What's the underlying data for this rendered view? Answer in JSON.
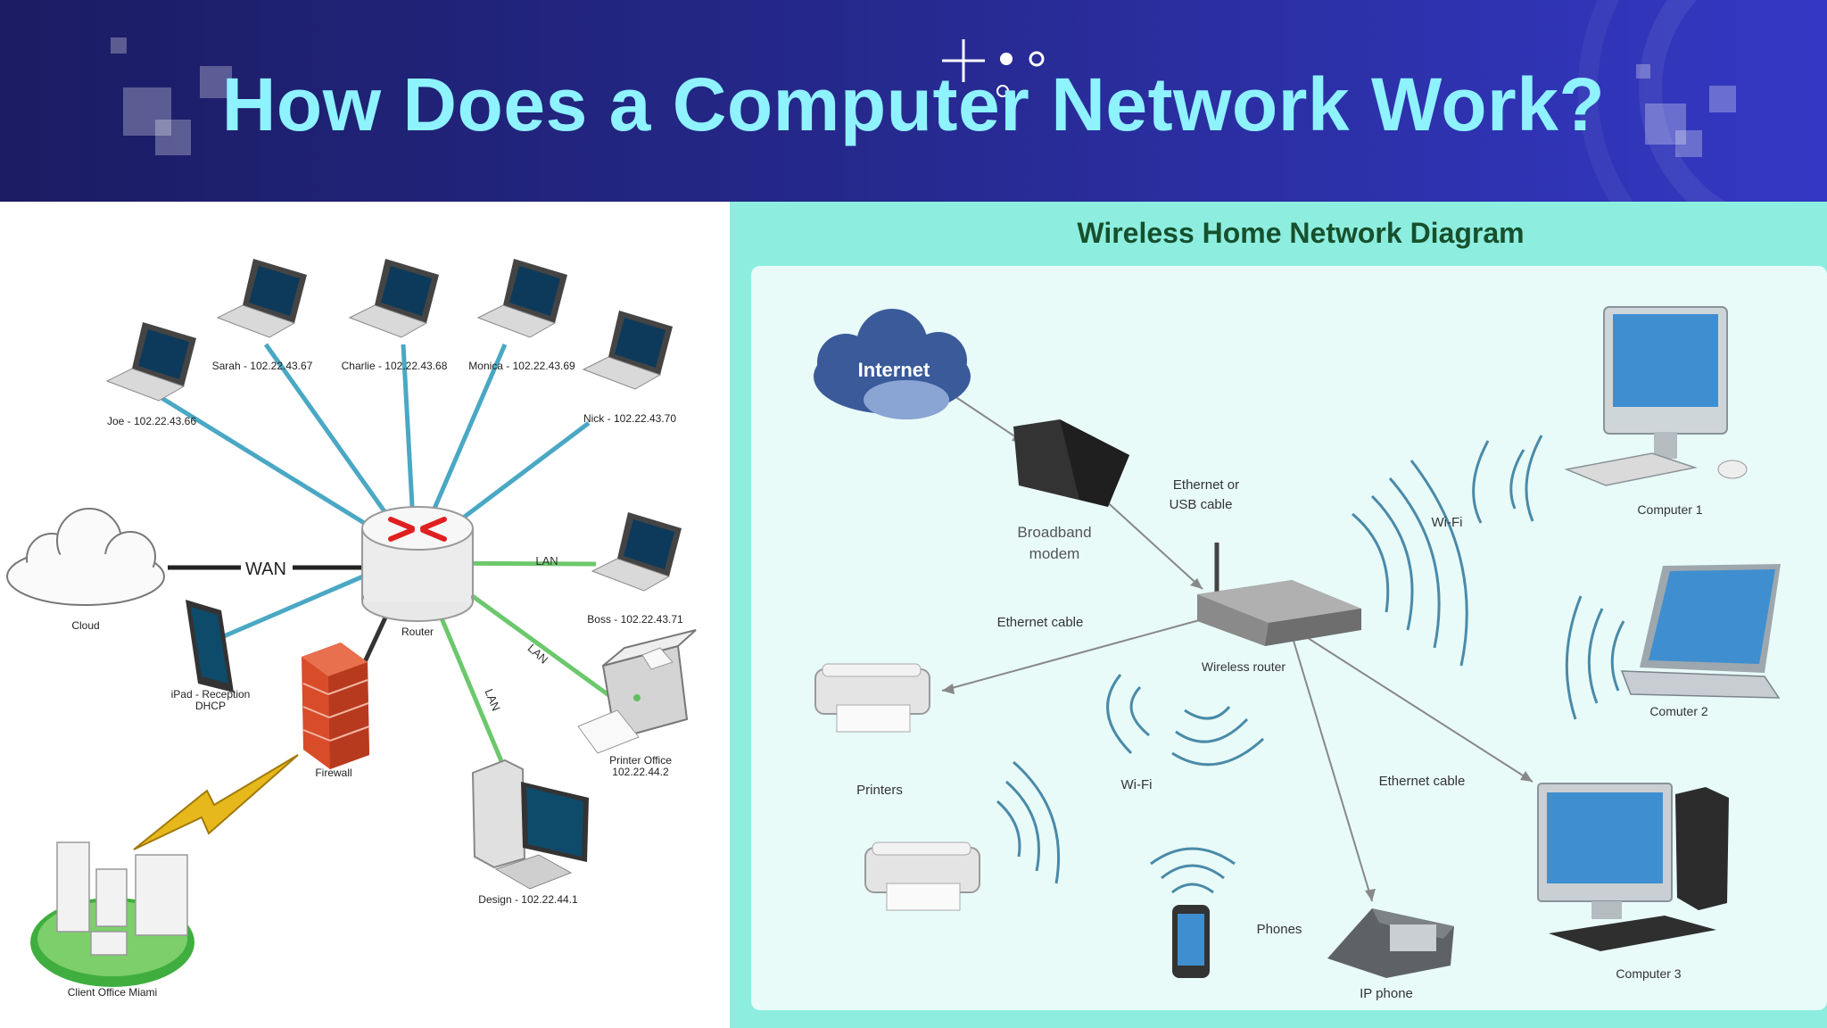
{
  "slide": {
    "title": "How Does a Computer Network Work?",
    "colors": {
      "title": "#8ff2ff",
      "banner": "#25288a",
      "right_panel": "#8deee0"
    }
  },
  "left_diagram": {
    "labels": {
      "joe": "Joe - 102.22.43.66",
      "sarah": "Sarah - 102.22.43.67",
      "charlie": "Charlie - 102.22.43.68",
      "monica": "Monica - 102.22.43.69",
      "nick": "Nick - 102.22.43.70",
      "boss": "Boss - 102.22.43.71",
      "cloud": "Cloud",
      "wan": "WAN",
      "router": "Router",
      "lan": "LAN",
      "ipad_line1": "iPad - Reception",
      "ipad_line2": "DHCP",
      "firewall": "Firewall",
      "printer_line1": "Printer Office",
      "printer_line2": "102.22.44.2",
      "design": "Design - 102.22.44.1",
      "client_office": "Client Office Miami"
    }
  },
  "right_diagram": {
    "title": "Wireless Home Network Diagram",
    "labels": {
      "internet": "Internet",
      "modem_line1": "Broadband",
      "modem_line2": "modem",
      "eth_usb_line1": "Ethernet or",
      "eth_usb_line2": "USB cable",
      "wifi": "Wi-Fi",
      "computer1": "Computer 1",
      "ethernet_cable": "Ethernet cable",
      "wireless_router": "Wireless router",
      "computer2": "Comuter 2",
      "printers": "Printers",
      "phones": "Phones",
      "ip_phone": "IP phone",
      "computer3": "Computer 3"
    }
  }
}
